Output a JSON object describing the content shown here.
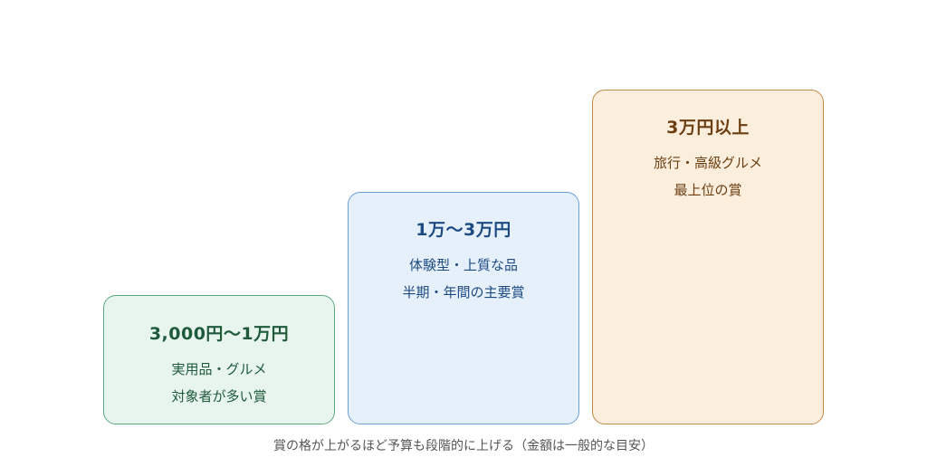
{
  "tiers": [
    {
      "title": "3,000円〜1万円",
      "line1": "実用品・グルメ",
      "line2": "対象者が多い賞"
    },
    {
      "title": "1万〜3万円",
      "line1": "体験型・上質な品",
      "line2": "半期・年間の主要賞"
    },
    {
      "title": "3万円以上",
      "line1": "旅行・高級グルメ",
      "line2": "最上位の賞"
    }
  ],
  "caption": "賞の格が上がるほど予算も段階的に上げる（金額は一般的な目安）",
  "colors": {
    "tier1_fill": "#e8f5ee",
    "tier1_border": "#5fa882",
    "tier2_fill": "#e6f0fb",
    "tier2_border": "#6a9fd4",
    "tier3_fill": "#fbeedd",
    "tier3_border": "#bf8a4a"
  }
}
